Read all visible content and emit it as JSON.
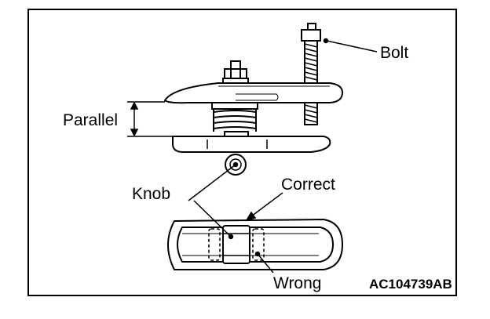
{
  "labels": {
    "bolt": "Bolt",
    "parallel": "Parallel",
    "knob": "Knob",
    "correct": "Correct",
    "wrong": "Wrong"
  },
  "figure_code": "AC104739AB"
}
